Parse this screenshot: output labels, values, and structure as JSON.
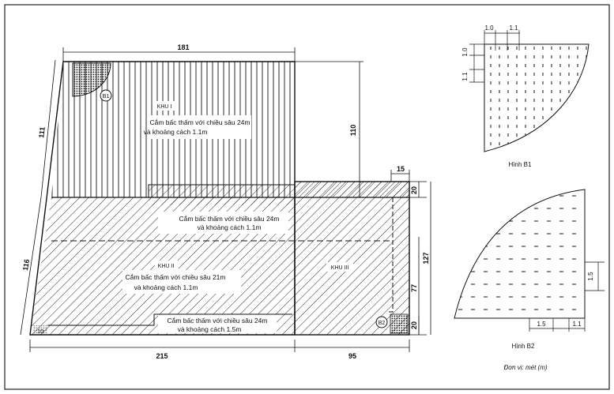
{
  "dimensions": {
    "top_width": "181",
    "left_upper": "111",
    "left_lower": "116",
    "height_110": "110",
    "top_right_15": "15",
    "right_top_20": "20",
    "right_127": "127",
    "right_77": "77",
    "right_bottom_20": "20",
    "bottom_215": "215",
    "bottom_95": "95",
    "corner_10": "10"
  },
  "zones": {
    "khu1": "KHU I",
    "khu2": "KHU II",
    "khu3": "KHU III"
  },
  "annotations": {
    "z1_line1": "Cắm bấc thấm với chiều sâu 24m",
    "z1_line2": "và khoảng cách 1.1m",
    "z2_line1": "Cắm bấc thấm với chiều sâu 24m",
    "z2_line2": "và khoảng cách 1.1m",
    "z3_line1": "Cắm bấc thấm với chiều sâu 21m",
    "z3_line2": "và khoảng cách 1.1m",
    "z4_line1": "Cắm bấc thấm với chiều sâu 24m",
    "z4_line2": "và khoảng cách 1.5m"
  },
  "markers": {
    "b1": "B1",
    "b2": "B2"
  },
  "detail_b1": {
    "caption": "Hình B1",
    "dim_h1": "1.0",
    "dim_h2": "1.1",
    "dim_v1": "1.0",
    "dim_v2": "1.1"
  },
  "detail_b2": {
    "caption": "Hình B2",
    "dim_h1": "1.5",
    "dim_h2": "1.1",
    "dim_v": "1.5"
  },
  "unit_note": "Đơn vị: mét (m)"
}
